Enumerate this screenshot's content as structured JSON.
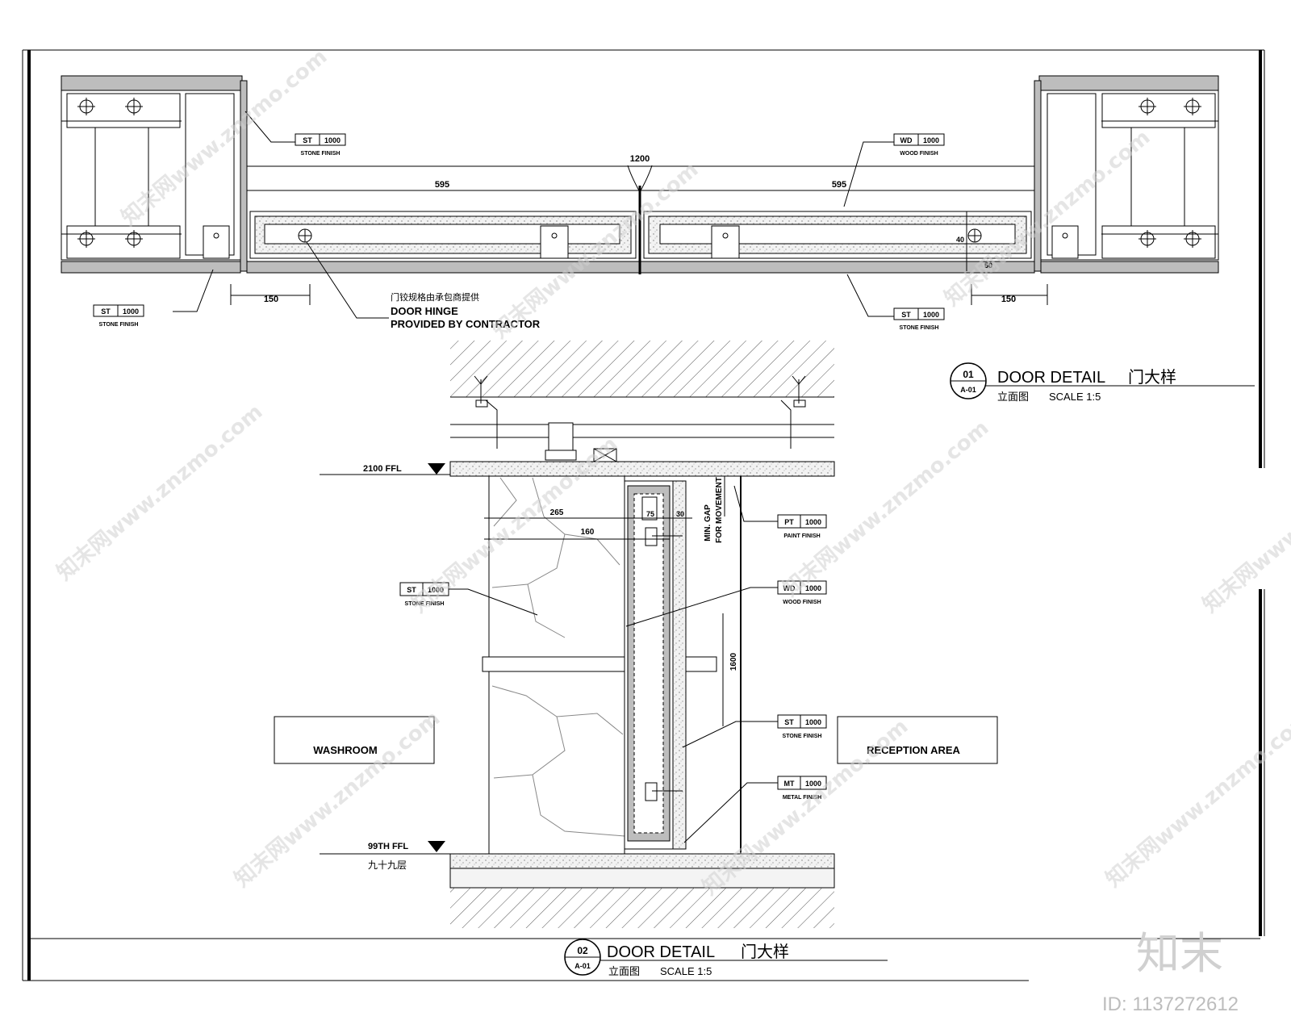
{
  "plan_section": {
    "tags": {
      "st_top_left": {
        "code": "ST",
        "ref": "1000",
        "desc": "STONE FINISH"
      },
      "wd_top_right": {
        "code": "WD",
        "ref": "1000",
        "desc": "WOOD FINISH"
      },
      "st_bottom_left": {
        "code": "ST",
        "ref": "1000",
        "desc": "STONE FINISH"
      },
      "st_bottom_right": {
        "code": "ST",
        "ref": "1000",
        "desc": "STONE FINISH"
      }
    },
    "dimensions": {
      "overall": "1200",
      "left_leaf": "595",
      "right_leaf": "595",
      "left_offset": "150",
      "right_offset": "150",
      "thickness_a": "40",
      "thickness_b": "50"
    },
    "hinge_note_cn": "门铰规格由承包商提供",
    "hinge_note_line1": "DOOR HINGE",
    "hinge_note_line2": "PROVIDED BY CONTRACTOR"
  },
  "elevation_section": {
    "level_top": "2100 FFL",
    "level_bottom": "99TH FFL",
    "level_bottom_cn": "九十九层",
    "dim_a": "265",
    "dim_b": "160",
    "dim_c": "75",
    "dim_d": "30",
    "dim_height": "1600",
    "gap_note_line1": "MIN. GAP",
    "gap_note_line2": "FOR MOVEMENT",
    "tags": {
      "pt": {
        "code": "PT",
        "ref": "1000",
        "desc": "PAINT FINISH"
      },
      "st_left": {
        "code": "ST",
        "ref": "1000",
        "desc": "STONE FINISH"
      },
      "wd": {
        "code": "WD",
        "ref": "1000",
        "desc": "WOOD FINISH"
      },
      "st_right": {
        "code": "ST",
        "ref": "1000",
        "desc": "STONE FINISH"
      },
      "mt": {
        "code": "MT",
        "ref": "1000",
        "desc": "METAL FINISH"
      }
    },
    "left_room": "WASHROOM",
    "right_room": "RECEPTION AREA"
  },
  "titles": {
    "detail_01": {
      "number": "01",
      "sheet": "A-01",
      "title": "DOOR DETAIL",
      "title_cn": "门大样",
      "sub_cn": "立面图",
      "scale": "SCALE  1:5"
    },
    "detail_02": {
      "number": "02",
      "sheet": "A-01",
      "title": "DOOR DETAIL",
      "title_cn": "门大样",
      "sub_cn": "立面图",
      "scale": "SCALE  1:5"
    }
  },
  "watermark": {
    "logo": "知末",
    "id": "ID: 1137272612",
    "site": "知末网www.znzmo.com"
  }
}
